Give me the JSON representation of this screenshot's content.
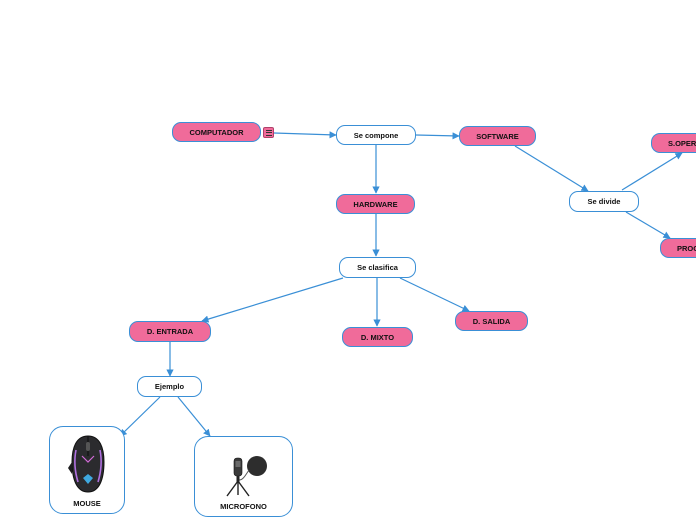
{
  "nodes": {
    "computador": "COMPUTADOR",
    "se_compone": "Se compone",
    "software": "SOFTWARE",
    "hardware": "HARDWARE",
    "se_divide": "Se divide",
    "s_oper": "S.OPER",
    "proc": "PROC",
    "se_clasifica": "Se clasifica",
    "d_entrada": "D. ENTRADA",
    "d_mixto": "D. MIXTO",
    "d_salida": "D. SALIDA",
    "ejemplo": "Ejemplo",
    "mouse": "MOUSE",
    "microfono": "MICROFONO"
  },
  "icons": {
    "note": "note-icon",
    "mouse": "gaming-mouse-image",
    "microphone": "microphone-image"
  },
  "colors": {
    "node_fill": "#f06b9a",
    "link": "#3a8fd6"
  }
}
